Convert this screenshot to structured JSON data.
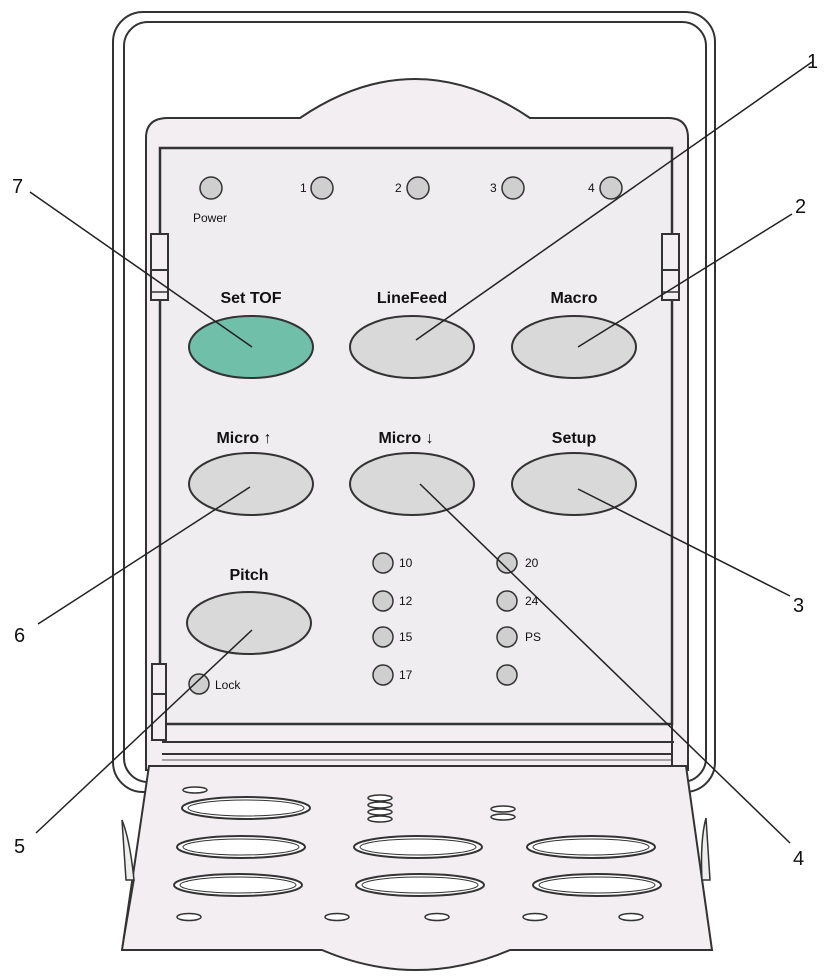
{
  "colors": {
    "shell": "#f2eef1",
    "panel": "#f0edf0",
    "outline": "#333333",
    "button": "#d9d9d9",
    "set_tof": "#6fbfa9",
    "led": "#cfcfcf"
  },
  "indicators": {
    "power": "Power",
    "i1": "1",
    "i2": "2",
    "i3": "3",
    "i4": "4"
  },
  "buttons": {
    "set_tof": "Set TOF",
    "line_feed": "LineFeed",
    "macro": "Macro",
    "micro_up": "Micro",
    "micro_up_arrow": "↑",
    "micro_down": "Micro",
    "micro_down_arrow": "↓",
    "setup": "Setup",
    "pitch": "Pitch"
  },
  "pitch_lights": {
    "p10": "10",
    "p12": "12",
    "p15": "15",
    "p17": "17",
    "p20": "20",
    "p24": "24",
    "ps": "PS",
    "lock": "Lock"
  },
  "callouts": [
    "1",
    "2",
    "3",
    "4",
    "5",
    "6",
    "7"
  ]
}
